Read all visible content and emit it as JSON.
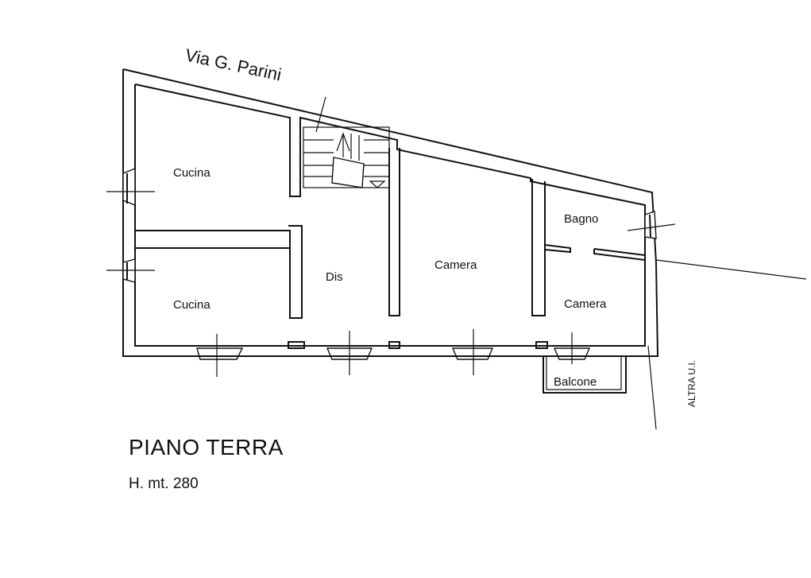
{
  "street": "Via G. Parini",
  "rooms": {
    "cucina_top": "Cucina",
    "cucina_bottom": "Cucina",
    "dis": "Dis",
    "camera_center": "Camera",
    "bagno": "Bagno",
    "camera_right": "Camera",
    "balcone": "Balcone"
  },
  "neighbor": "ALTRA U.I.",
  "floor_title": "PIANO TERRA",
  "height_note": "H. mt. 280"
}
